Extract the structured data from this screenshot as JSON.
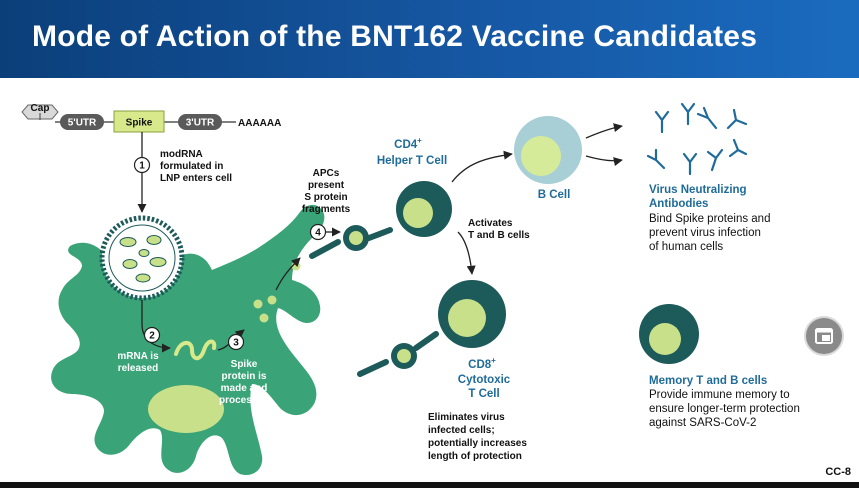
{
  "title": "Mode of Action of the BNT162 Vaccine Candidates",
  "mrna_construct": {
    "cap": "Cap",
    "utr5": "5'UTR",
    "spike": "Spike",
    "utr3": "3'UTR",
    "polya": "AAAAAA"
  },
  "steps": [
    {
      "number": "1",
      "lines": [
        "modRNA",
        "formulated in",
        "LNP enters cell"
      ]
    },
    {
      "number": "2",
      "lines": [
        "mRNA is",
        "released"
      ]
    },
    {
      "number": "3",
      "lines": [
        "Spike",
        "protein is",
        "made and",
        "processed"
      ]
    },
    {
      "number": "4",
      "lines": [
        "APCs",
        "present",
        "S protein",
        "fragments"
      ]
    }
  ],
  "cd4": {
    "title": "CD4",
    "sup": "+",
    "subtitle": "Helper T Cell"
  },
  "activates": [
    "Activates",
    "T and B cells"
  ],
  "bcell": "B Cell",
  "cd8": {
    "title": "CD8",
    "sup": "+",
    "lines": [
      "Cytotoxic",
      "T Cell"
    ]
  },
  "eliminates": [
    "Eliminates virus",
    "infected cells;",
    "potentially increases",
    "length of protection"
  ],
  "antibodies": {
    "title_lines": [
      "Virus Neutralizing",
      "Antibodies"
    ],
    "desc_lines": [
      "Bind Spike proteins and",
      "prevent virus infection",
      "of human cells"
    ]
  },
  "memory": {
    "title": "Memory T and B cells",
    "desc_lines": [
      "Provide immune memory to",
      "ensure longer-term protection",
      "against SARS-CoV-2"
    ]
  },
  "page_code": "CC-8",
  "colors": {
    "header_blue": "#1657a3",
    "cell_green": "#3aa478",
    "dark_teal": "#1d5a5a",
    "light_green": "#c8e08a",
    "label_teal": "#1f6b9a",
    "bcell_blue": "#a9cfd6"
  },
  "icons": [
    "window-restore-icon"
  ]
}
